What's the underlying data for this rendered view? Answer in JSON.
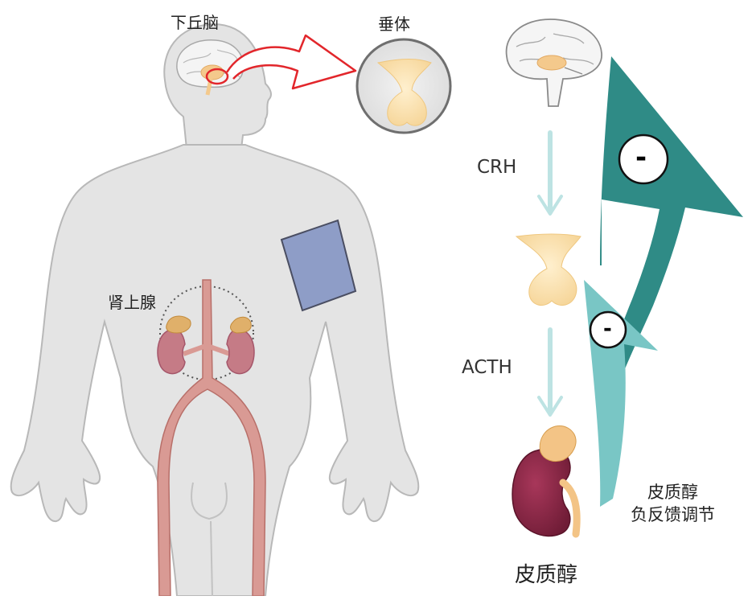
{
  "labels": {
    "hypothalamus": "下丘脑",
    "pituitary": "垂体",
    "adrenal_gland": "肾上腺",
    "crh": "CRH",
    "acth": "ACTH",
    "cortisol": "皮质醇",
    "feedback_line1": "皮质醇",
    "feedback_line2": "负反馈调节",
    "minus_large": "-",
    "minus_small": "-"
  },
  "colors": {
    "body_fill": "#e4e4e4",
    "body_stroke": "#b8b8b8",
    "artery": "#d99a94",
    "artery_stroke": "#b86f69",
    "cuff": "#8e9dc7",
    "pituitary": "#fbe2b0",
    "kidney": "#8b2846",
    "adrenal": "#f3c486",
    "feedback_dark": "#2f8b86",
    "feedback_light": "#79c6c5",
    "flow_arrow": "#bde3e3",
    "highlight_red": "#e2262b"
  }
}
